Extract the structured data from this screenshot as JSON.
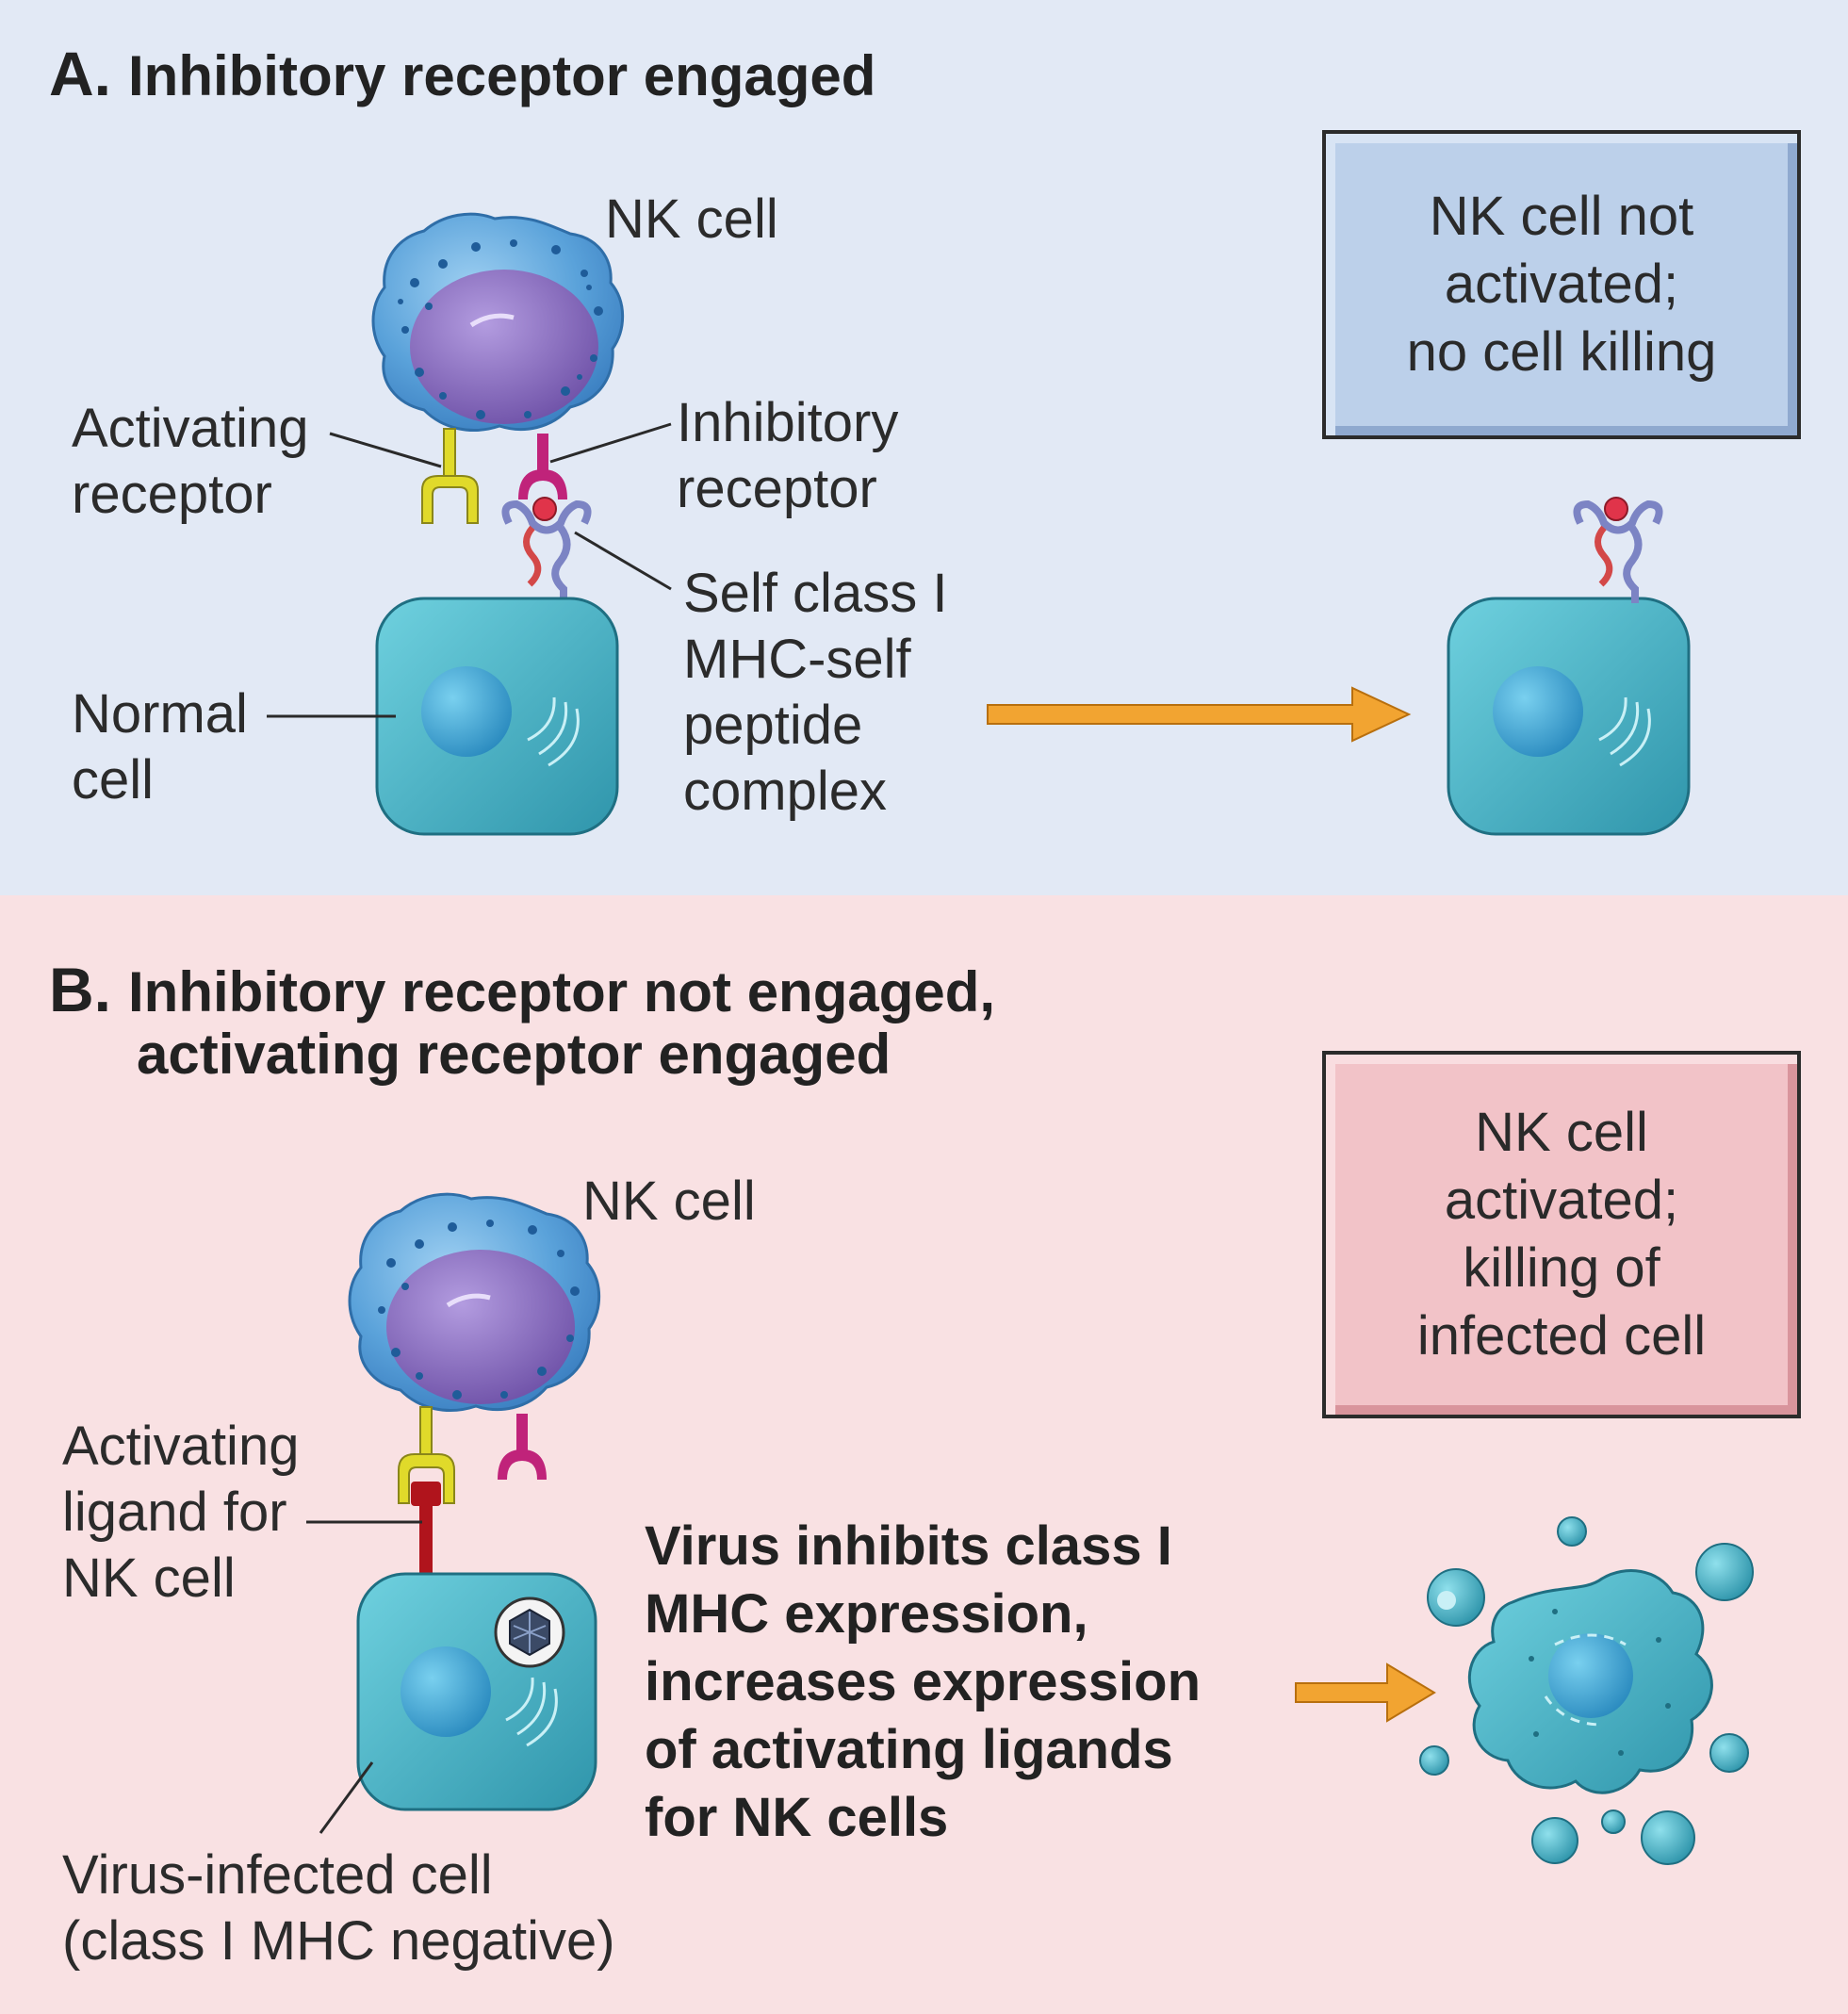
{
  "panel_a": {
    "letter": "A.",
    "title": "Inhibitory receptor engaged",
    "nk_cell_label": "NK cell",
    "activating_receptor_label": [
      "Activating",
      "receptor"
    ],
    "inhibitory_receptor_label": [
      "Inhibitory",
      "receptor"
    ],
    "mhc_label": [
      "Self class I",
      "MHC-self",
      "peptide",
      "complex"
    ],
    "normal_cell_label": [
      "Normal",
      "cell"
    ],
    "outcome": [
      "NK cell not",
      "activated;",
      "no cell killing"
    ]
  },
  "panel_b": {
    "letter": "B.",
    "title": [
      "Inhibitory receptor not engaged,",
      "activating receptor engaged"
    ],
    "nk_cell_label": "NK cell",
    "ligand_label": [
      "Activating",
      "ligand for",
      "NK cell"
    ],
    "infected_cell_label": [
      "Virus-infected cell",
      "(class I MHC negative)"
    ],
    "virus_note": [
      "Virus inhibits class I",
      "MHC expression,",
      "increases expression",
      "of activating ligands",
      "for NK cells"
    ],
    "outcome": [
      "NK cell",
      "activated;",
      "killing of",
      "infected cell"
    ]
  },
  "colors": {
    "panel_a_bg": "#e2e9f5",
    "panel_b_bg": "#f9e1e3",
    "nk_cell": "#5b9fd6",
    "nucleus": "#8a6fbf",
    "target_cell": "#4bb3c6",
    "activating_receptor": "#e0da2a",
    "inhibitory_receptor": "#c0237a",
    "activating_ligand": "#b0141c",
    "arrow": "#f2a431"
  }
}
